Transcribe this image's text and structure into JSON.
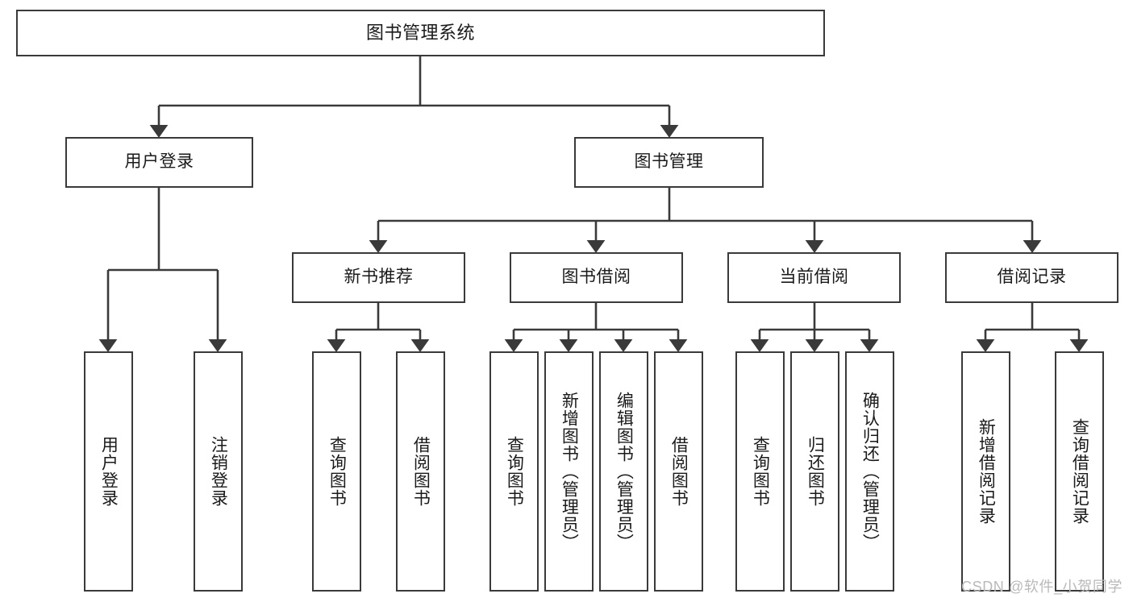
{
  "diagram": {
    "title": "图书管理系统",
    "type": "hierarchy-tree",
    "watermark": "CSDN @软件_小贺同学",
    "colors": {
      "box_border": "#3a3a3a",
      "box_fill": "#ffffff",
      "connector": "#3a3a3a",
      "text": "#1a1a1a",
      "watermark": "#b9b9b9"
    },
    "root": {
      "label": "图书管理系统"
    },
    "level2": [
      {
        "id": "user-login",
        "label": "用户登录"
      },
      {
        "id": "book-manage",
        "label": "图书管理"
      }
    ],
    "level3": [
      {
        "id": "new-book-recommend",
        "label": "新书推荐"
      },
      {
        "id": "book-borrow",
        "label": "图书借阅"
      },
      {
        "id": "current-borrow",
        "label": "当前借阅"
      },
      {
        "id": "borrow-record",
        "label": "借阅记录"
      }
    ],
    "leaves": [
      {
        "id": "leaf-user-login",
        "label": "用户登录",
        "parent": "user-login"
      },
      {
        "id": "leaf-logout-login",
        "label": "注销登录",
        "parent": "user-login"
      },
      {
        "id": "leaf-query-book-1",
        "label": "查询图书",
        "parent": "new-book-recommend"
      },
      {
        "id": "leaf-borrow-book-1",
        "label": "借阅图书",
        "parent": "new-book-recommend"
      },
      {
        "id": "leaf-query-book-2",
        "label": "查询图书",
        "parent": "book-borrow"
      },
      {
        "id": "leaf-add-book",
        "label": "新增图书（管理员）",
        "parent": "book-borrow"
      },
      {
        "id": "leaf-edit-book",
        "label": "编辑图书（管理员）",
        "parent": "book-borrow"
      },
      {
        "id": "leaf-borrow-book-2",
        "label": "借阅图书",
        "parent": "book-borrow"
      },
      {
        "id": "leaf-query-book-3",
        "label": "查询图书",
        "parent": "current-borrow"
      },
      {
        "id": "leaf-return-book",
        "label": "归还图书",
        "parent": "current-borrow"
      },
      {
        "id": "leaf-confirm-return",
        "label": "确认归还（管理员）",
        "parent": "current-borrow"
      },
      {
        "id": "leaf-add-record",
        "label": "新增借阅记录",
        "parent": "borrow-record"
      },
      {
        "id": "leaf-query-record",
        "label": "查询借阅记录",
        "parent": "borrow-record"
      }
    ]
  }
}
